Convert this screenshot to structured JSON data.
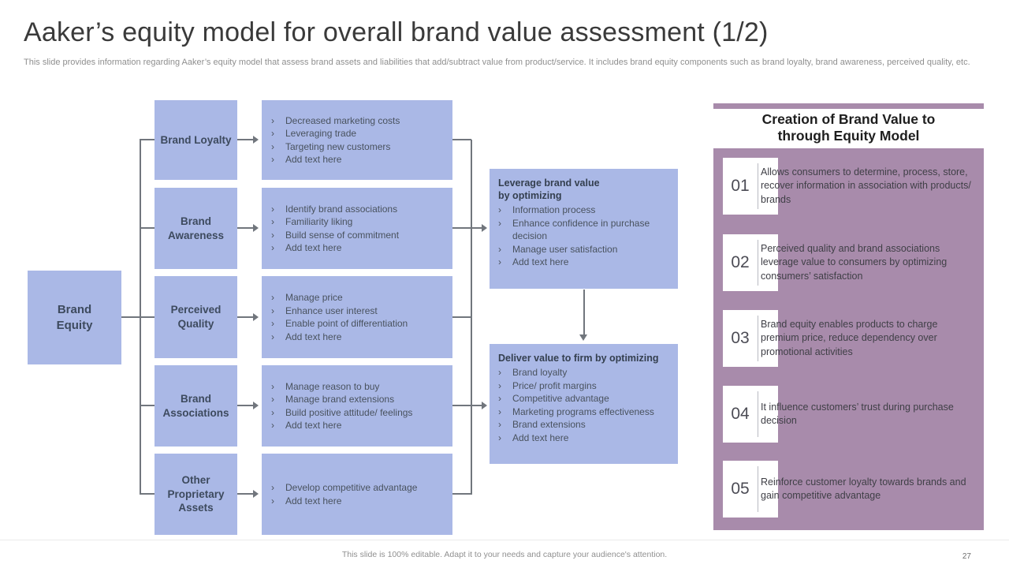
{
  "slide": {
    "title": "Aaker’s equity model for overall brand value assessment (1/2)",
    "subtitle": "This slide provides information regarding Aaker’s equity model that assess brand assets and liabilities that add/subtract value from product/service. It includes brand equity components such as brand loyalty, brand awareness, perceived quality, etc.",
    "footer": "This slide is 100% editable. Adapt it to your needs and capture your audience's attention.",
    "page_number": "27"
  },
  "bullet_glyph": "›",
  "colors": {
    "periwinkle": "#aab8e6",
    "mauve": "#a88bab",
    "line": "#71767d"
  },
  "diagram": {
    "root": {
      "label": "Brand Equity"
    },
    "rows": [
      {
        "label": "Brand Loyalty",
        "bullets": [
          "Decreased marketing costs",
          "Leveraging trade",
          "Targeting new customers",
          "Add text here"
        ]
      },
      {
        "label": "Brand Awareness",
        "bullets": [
          "Identify brand associations",
          "Familiarity liking",
          "Build sense of commitment",
          "Add text here"
        ]
      },
      {
        "label": "Perceived Quality",
        "bullets": [
          "Manage price",
          "Enhance user interest",
          "Enable point of differentiation",
          "Add text here"
        ]
      },
      {
        "label": "Brand Associations",
        "bullets": [
          "Manage reason to buy",
          "Manage brand extensions",
          "Build positive attitude/ feelings",
          "Add text here"
        ]
      },
      {
        "label": "Other Proprietary Assets",
        "bullets": [
          "Develop competitive advantage",
          "Add text here"
        ]
      }
    ],
    "leverage_box": {
      "title": "Leverage brand value by optimizing",
      "bullets": [
        "Information process",
        "Enhance confidence in purchase decision",
        "Manage user satisfaction",
        "Add text here"
      ]
    },
    "deliver_box": {
      "title": "Deliver value to firm by optimizing",
      "bullets": [
        "Brand loyalty",
        "Price/ profit margins",
        "Competitive advantage",
        "Marketing programs effectiveness",
        "Brand extensions",
        "Add text here"
      ]
    }
  },
  "panel": {
    "title": "Creation of Brand Value to through Equity Model",
    "items": [
      {
        "number": "01",
        "text": "Allows consumers to determine, process, store, recover information in association with products/ brands"
      },
      {
        "number": "02",
        "text": "Perceived quality and brand associations leverage value to consumers by optimizing consumers’ satisfaction"
      },
      {
        "number": "03",
        "text": "Brand equity enables products to charge premium price, reduce dependency over promotional activities"
      },
      {
        "number": "04",
        "text": "It influence customers’ trust during purchase decision"
      },
      {
        "number": "05",
        "text": "Reinforce customer loyalty towards brands and gain competitive advantage"
      }
    ]
  }
}
